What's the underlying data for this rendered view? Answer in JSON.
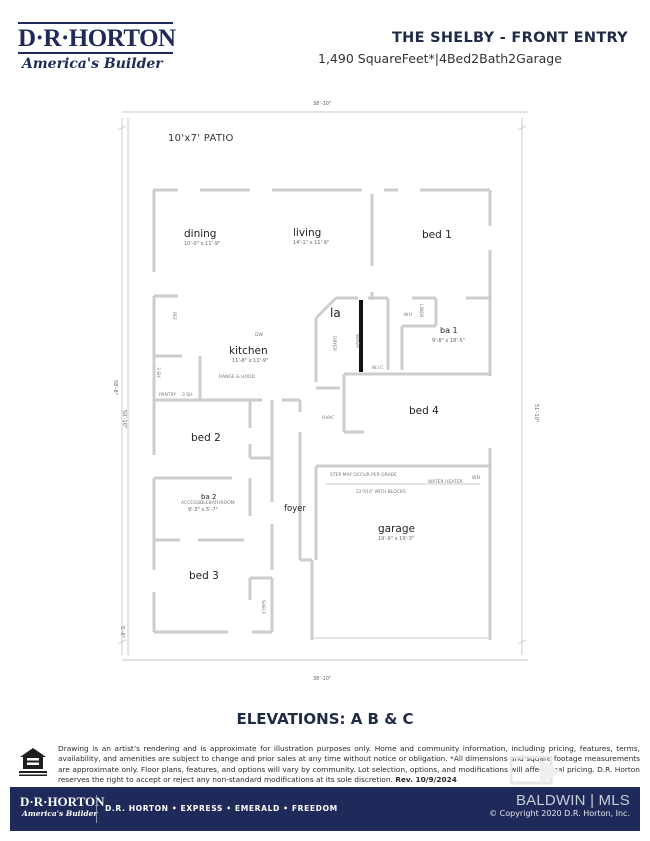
{
  "header": {
    "logo_main": "D·R·HORTON",
    "logo_tagline": "America's Builder",
    "title": "THE SHELBY - FRONT ENTRY",
    "subtitle": "1,490 SquareFeet*|4Bed2Bath2Garage"
  },
  "plan": {
    "dimensions": {
      "top_width": "38'-10\"",
      "bottom_width": "38'-10\"",
      "left_depth": "58'-8\"",
      "left_inner": "50'-10\"",
      "right_depth": "51'-10\"",
      "bottom_left": "5'-0\""
    },
    "patio": "10'x7' PATIO",
    "rooms": {
      "dining": {
        "name": "dining",
        "size": "10'-0\" x 11'-9\""
      },
      "living": {
        "name": "living",
        "size": "14'-1\" x 11'-9\""
      },
      "bed1": {
        "name": "bed 1"
      },
      "la": {
        "name": "la"
      },
      "ba1": {
        "name": "ba 1",
        "size": "9'-8\" x 18'-5\""
      },
      "kitchen": {
        "name": "kitchen",
        "size": "11'-8\" x 11'-9\""
      },
      "bed4": {
        "name": "bed 4"
      },
      "bed2": {
        "name": "bed 2"
      },
      "ba2": {
        "name": "ba 2",
        "note": "ACCESSIBLEBATHROOM",
        "size": "9'-3\" x 5'-7\""
      },
      "foyer": {
        "name": "foyer"
      },
      "garage": {
        "name": "garage",
        "size": "19'-9\" x 19'-3\""
      },
      "bed3": {
        "name": "bed 3"
      }
    },
    "fixtures": {
      "dw": "DW",
      "range": "RANGE & HOOD",
      "pantry": "PANTRY",
      "ref": "REF",
      "wash": "WASH",
      "dryer": "DRYER",
      "hvac": "HVAC",
      "linen": "LINEN",
      "wh": "WH",
      "wn": "WN",
      "water_heater": "WATER HEATER",
      "step": "STEP MAY OCCUR PER GRADE",
      "opt": "22'X10' WITH BLOCKS",
      "sh1": "3 SH",
      "sh2": "3 SH",
      "wic": "W.I.C.",
      "shelf": "SHELF"
    }
  },
  "elevations": "ELEVATIONS: A B & C",
  "disclaimer": {
    "text": "Drawing is an artist’s rendering and is approximate for illustration purposes only. Home and community information, including pricing, features, terms, availability, and amenities are subject to change and prior sales at any time without notice or obligation. *All dimensions and square footage measurements are approximate only. Floor plans, features, and options will vary by community. Lot selection, options, and modifications will affect final pricing. D.R. Horton reserves the right to accept or reject any non-standard modifications at its sole discretion.",
    "revision": "Rev. 10/9/2024"
  },
  "footer": {
    "logo_main": "D·R·HORTON",
    "logo_tagline": "America's Builder",
    "brands": "D.R. HORTON • EXPRESS • EMERALD • FREEDOM",
    "mls": "BALDWIN | MLS",
    "copyright": "© Copyright 2020 D.R. Horton, Inc."
  },
  "icons": {
    "equal_housing": "equal-housing-icon",
    "watermark": "mls-watermark-icon"
  },
  "colors": {
    "brand_navy": "#1f2a5a",
    "wall": "#cdcdcd",
    "text": "#1f2a44"
  }
}
